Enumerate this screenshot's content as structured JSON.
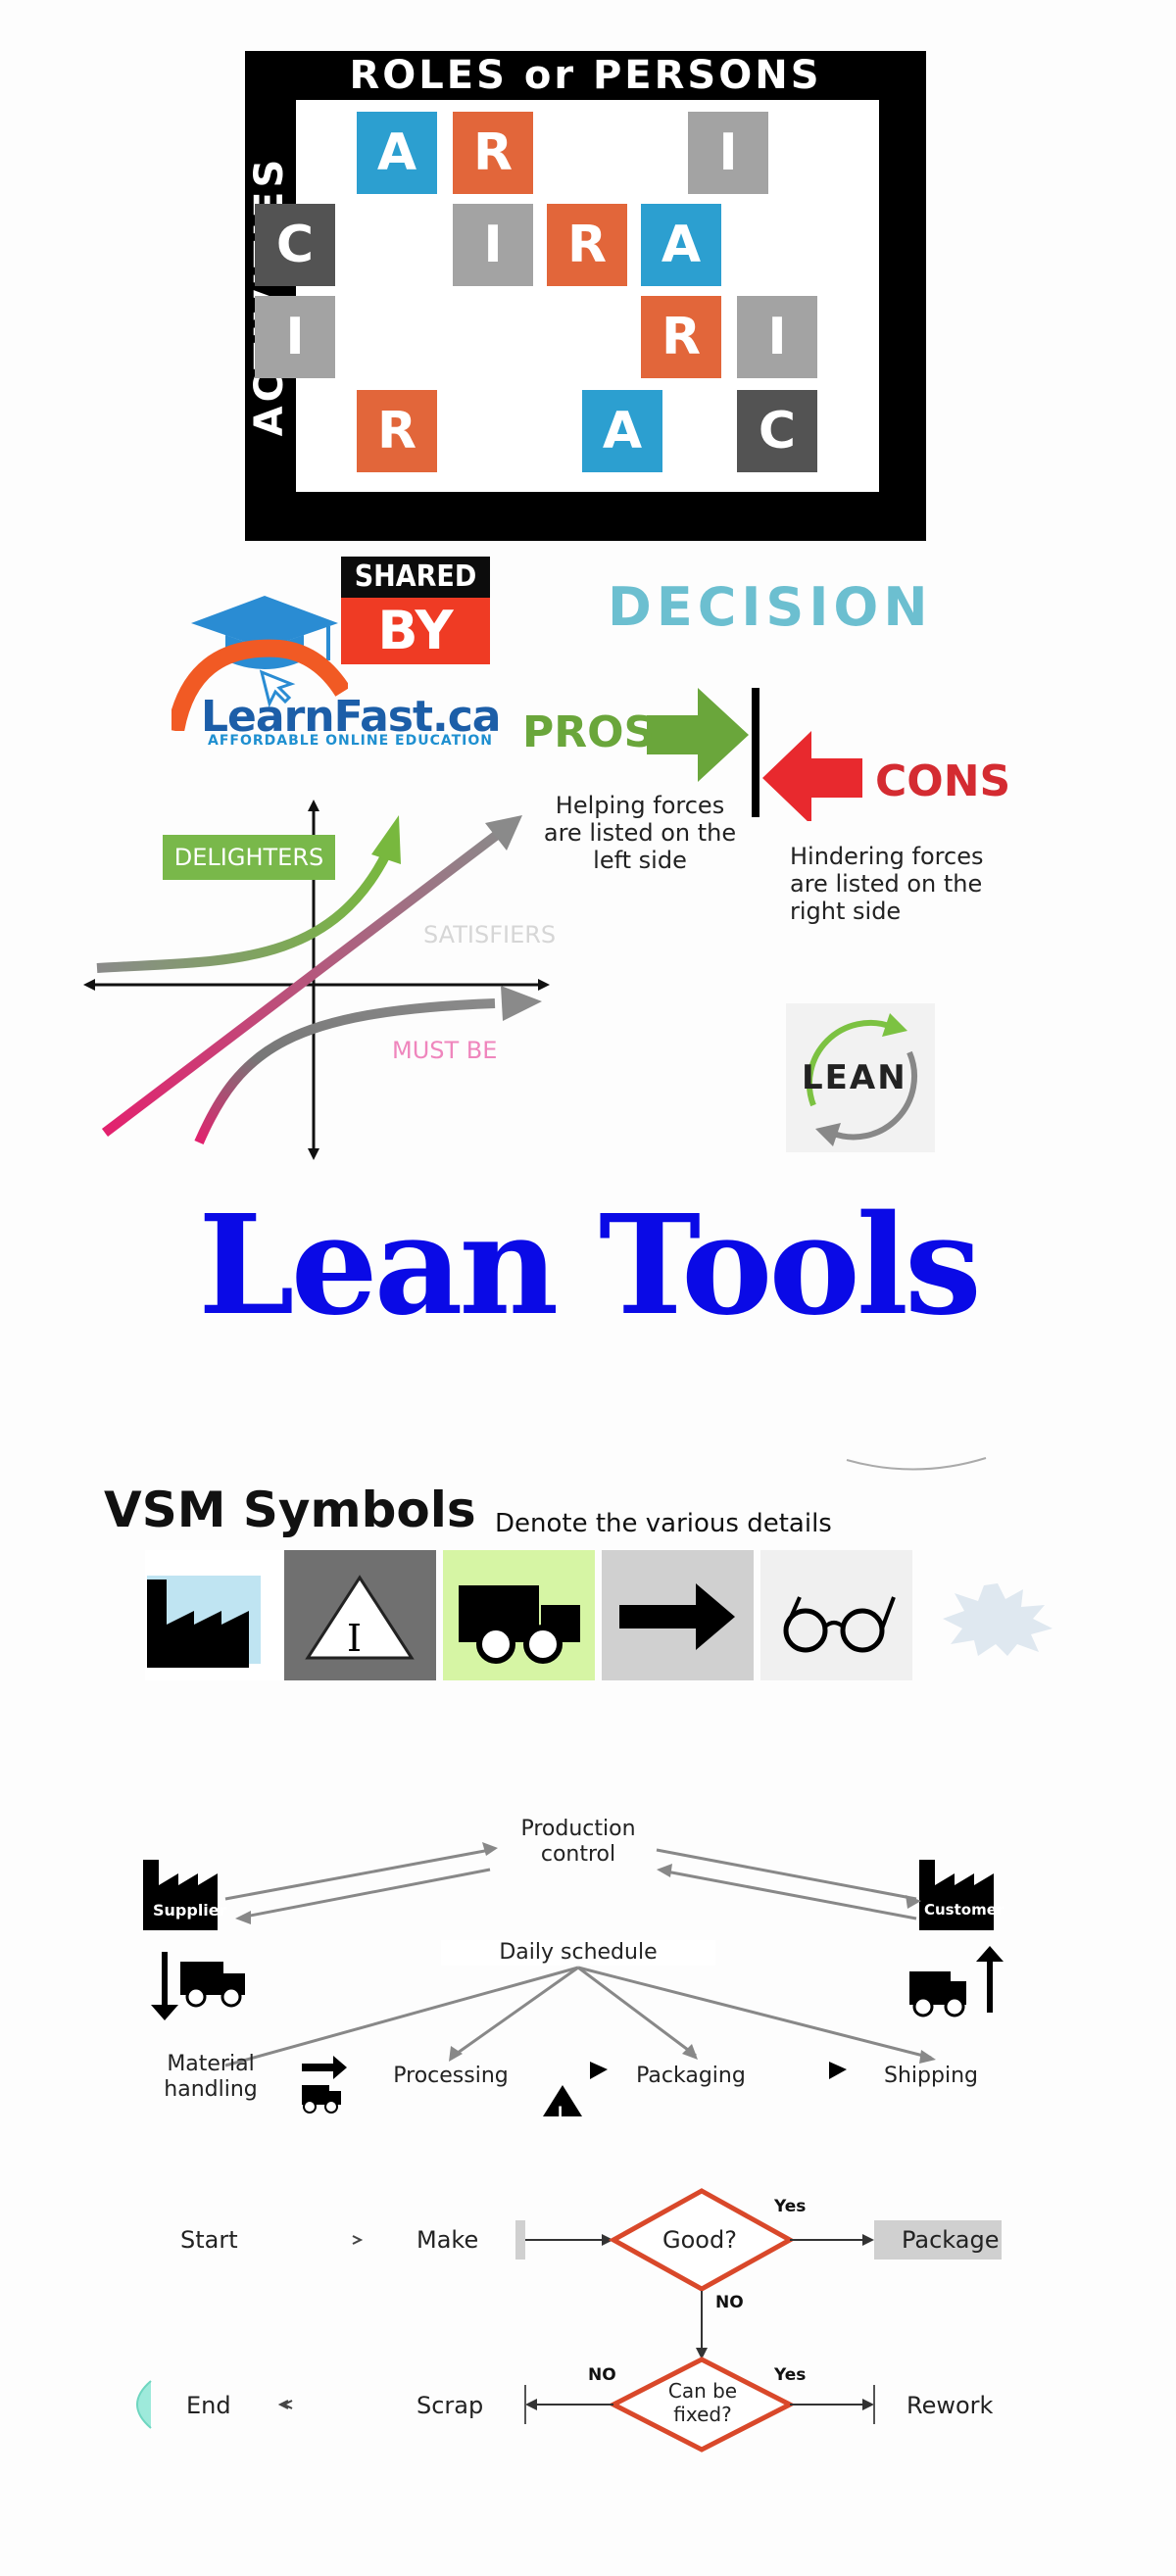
{
  "raci": {
    "top_title": "ROLES or PERSONS",
    "side_title": "ACTIVITIES",
    "tiles": [
      {
        "letter": "A",
        "color": "blue"
      },
      {
        "letter": "R",
        "color": "orange"
      },
      {
        "letter": "I",
        "color": "lgray"
      },
      {
        "letter": "C",
        "color": "dgray"
      },
      {
        "letter": "I",
        "color": "lgray"
      },
      {
        "letter": "R",
        "color": "orange"
      },
      {
        "letter": "A",
        "color": "blue"
      },
      {
        "letter": "I",
        "color": "lgray"
      },
      {
        "letter": "R",
        "color": "orange"
      },
      {
        "letter": "I",
        "color": "lgray"
      },
      {
        "letter": "R",
        "color": "orange"
      },
      {
        "letter": "A",
        "color": "blue"
      },
      {
        "letter": "C",
        "color": "dgray"
      }
    ]
  },
  "shared_by": {
    "line1": "SHARED",
    "line2": "BY",
    "brand": "LearnFast.ca",
    "tagline": "AFFORDABLE ONLINE EDUCATION"
  },
  "decision": {
    "title": "DECISION",
    "pros": "PROS",
    "cons": "CONS",
    "pros_note": "Helping forces are listed on the left side",
    "cons_note": "Hindering forces are listed on the right side"
  },
  "kano": {
    "delighters": "DELIGHTERS",
    "satisfiers": "SATISFIERS",
    "must_be": "MUST BE"
  },
  "lean_logo": "LEAN",
  "headline": "Lean Tools",
  "vsm": {
    "title": "VSM Symbols",
    "subtitle": "Denote the various details",
    "inventory_letter": "I",
    "icons": [
      "factory-icon",
      "inventory-icon",
      "truck-icon",
      "push-arrow-icon",
      "go-see-glasses-icon",
      "kaizen-burst-icon"
    ]
  },
  "vsm_map": {
    "production_control": "Production control",
    "supplier": "Supplier",
    "customer": "Customer",
    "daily_schedule": "Daily schedule",
    "material_handling": "Material handling",
    "processing": "Processing",
    "packaging": "Packaging",
    "shipping": "Shipping",
    "inventory_letter": "I"
  },
  "flowchart": {
    "start": "Start",
    "make": "Make",
    "good": "Good?",
    "package": "Package",
    "yes1": "Yes",
    "no1": "NO",
    "end": "End",
    "scrap": "Scrap",
    "can_be_fixed": "Can be fixed?",
    "no2": "NO",
    "yes2": "Yes",
    "rework": "Rework"
  },
  "colors": {
    "raci_blue": "#2c9fd0",
    "raci_orange": "#e2663a",
    "headline_blue": "#0a0ae6",
    "pros_green": "#6aa63b",
    "cons_red": "#d42b31",
    "diamond_red": "#d9482a"
  }
}
